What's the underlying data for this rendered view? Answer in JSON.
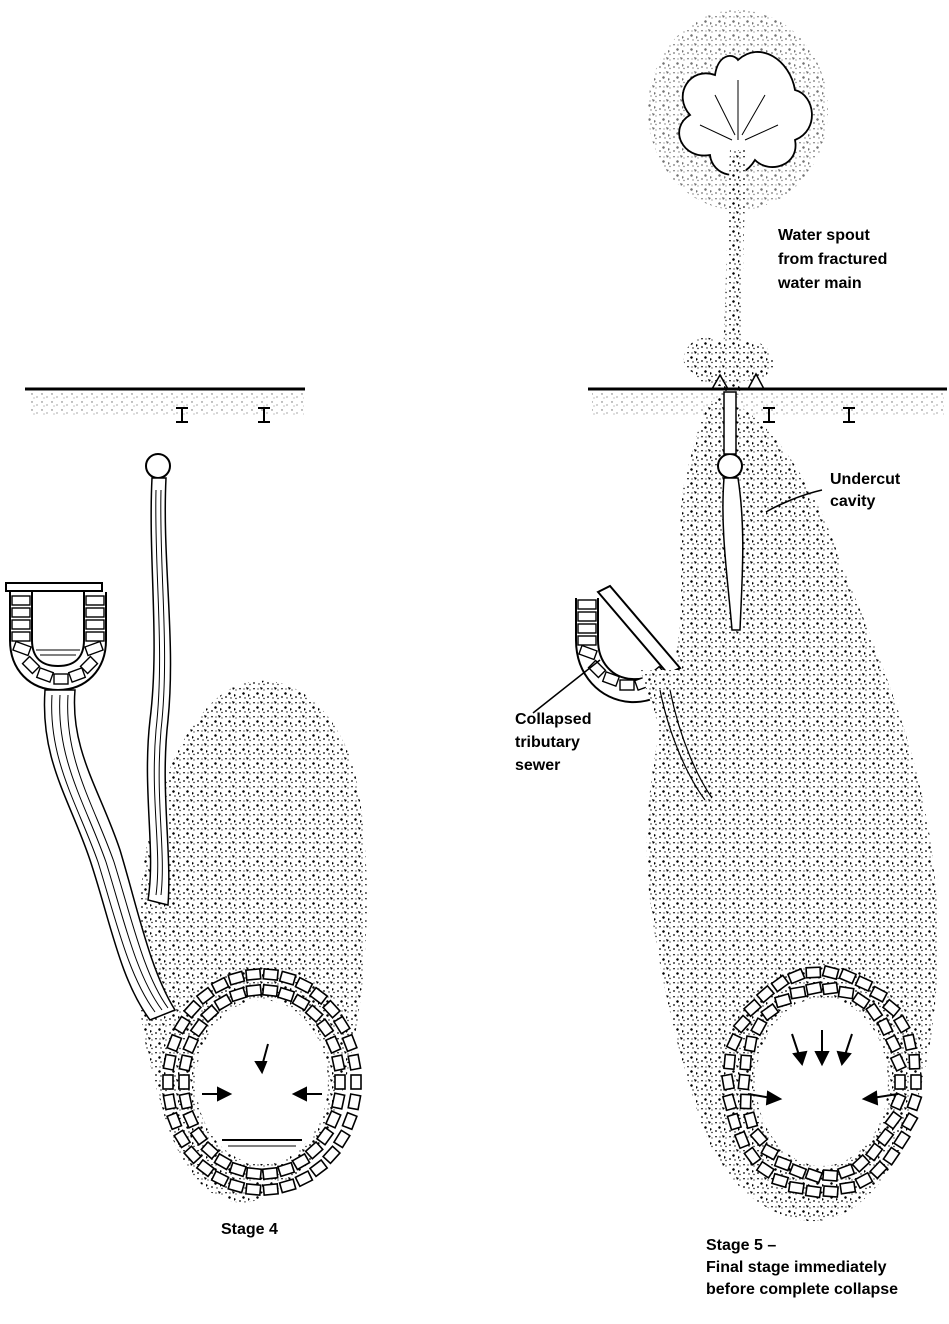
{
  "stage4": {
    "caption": "Stage 4"
  },
  "stage5": {
    "caption_line1": "Stage 5 –",
    "caption_line2": "Final stage immediately",
    "caption_line3": "before complete collapse",
    "water_spout": [
      "Water spout",
      "from fractured",
      "water main"
    ],
    "undercut": [
      "Undercut",
      "cavity"
    ],
    "collapsed": [
      "Collapsed",
      "tributary",
      "sewer"
    ]
  },
  "colors": {
    "ink": "#000000",
    "paper": "#ffffff"
  }
}
